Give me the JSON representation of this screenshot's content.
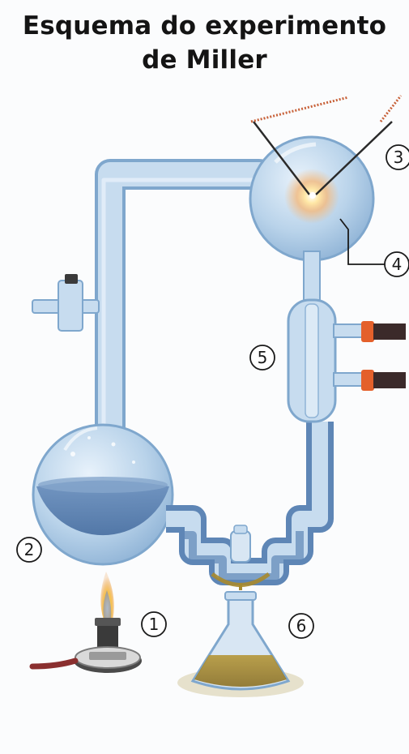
{
  "title": {
    "line1": "Esquema do experimento",
    "line2": "de Miller"
  },
  "markers": [
    {
      "id": "1",
      "label": "1",
      "refers_to": "bunsen-burner"
    },
    {
      "id": "2",
      "label": "2",
      "refers_to": "boiling-flask"
    },
    {
      "id": "3",
      "label": "3",
      "refers_to": "electrodes"
    },
    {
      "id": "4",
      "label": "4",
      "refers_to": "spark-chamber"
    },
    {
      "id": "5",
      "label": "5",
      "refers_to": "condenser"
    },
    {
      "id": "6",
      "label": "6",
      "refers_to": "collection-flask"
    }
  ],
  "colors": {
    "glass": "#b9d3ea",
    "glass_edge": "#7fa7cd",
    "water": "#5e86b6",
    "flame": "#f2b63a",
    "hose_cap": "#e4602b",
    "product": "#a88a2c"
  }
}
